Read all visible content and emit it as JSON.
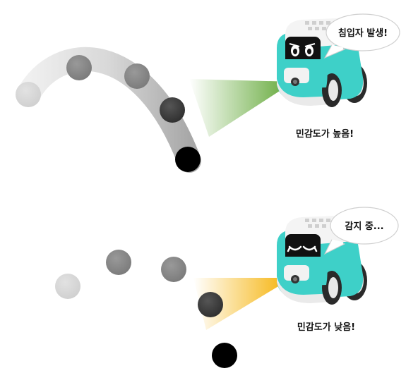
{
  "scenes": [
    {
      "speech": "침입자 발생!",
      "caption": "민감도가 높음!",
      "beam_color": "#6aaa3a",
      "eyes": "open"
    },
    {
      "speech": "감지 중...",
      "caption": "민감도가 낮음!",
      "beam_color": "#f5b000",
      "eyes": "closed"
    }
  ],
  "colors": {
    "robot_body": "#3ed0c8",
    "robot_white": "#f4f4f4",
    "ball_light": "#d6d6d6",
    "ball_mid": "#8a8a8a",
    "ball_dark": "#3a3a3a",
    "ball_black": "#000000"
  }
}
